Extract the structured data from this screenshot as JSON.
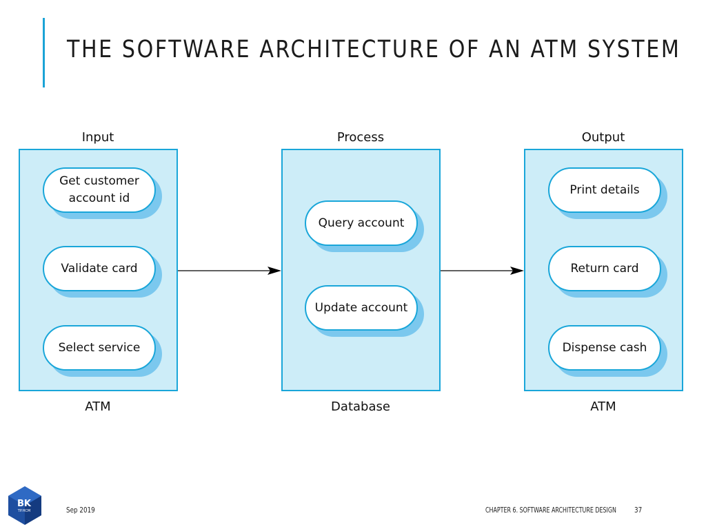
{
  "slide": {
    "title": "THE SOFTWARE ARCHITECTURE OF AN ATM SYSTEM"
  },
  "diagram": {
    "columns": [
      {
        "header": "Input",
        "footer": "ATM",
        "items": [
          "Get customer account id",
          "Validate card",
          "Select service"
        ]
      },
      {
        "header": "Process",
        "footer": "Database",
        "items": [
          "Query account",
          "Update account"
        ]
      },
      {
        "header": "Output",
        "footer": "ATM",
        "items": [
          "Print details",
          "Return card",
          "Dispense cash"
        ]
      }
    ],
    "colors": {
      "panel_fill": "#cdedf8",
      "panel_border": "#19a6d9",
      "pill_shadow": "#7bc8ee",
      "accent": "#1aa3d6"
    }
  },
  "footer": {
    "date": "Sep 2019",
    "chapter": "CHAPTER 6. SOFTWARE ARCHITECTURE DESIGN",
    "page": "37"
  },
  "logo": {
    "text": "BK",
    "subtext": "TP.HCM"
  }
}
